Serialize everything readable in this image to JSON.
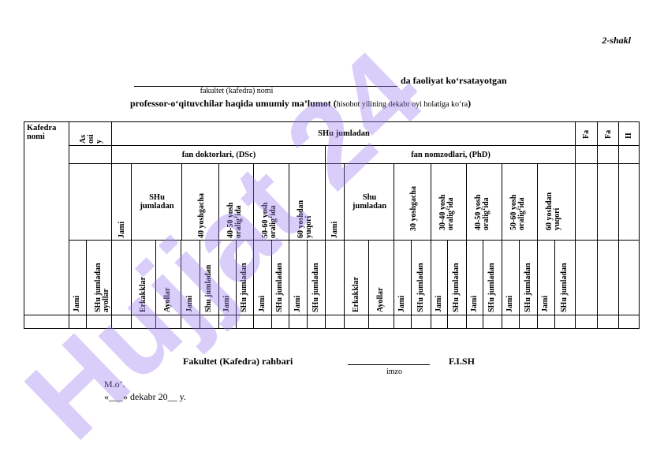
{
  "header": {
    "form_label": "2-shakl",
    "title_suffix": "da faoliyat ko‘rsatayotgan",
    "faculty_caption": "fakultet (kafedra) nomi",
    "subtitle_main": "professor-o‘qituvchilar haqida umumiy ma’lumot (",
    "subtitle_small": "hisobot yilining dekabr oyi holatiga ko‘ra",
    "subtitle_end": ")"
  },
  "table": {
    "col_kafedra": "Kafedra\nnomi",
    "col_asosiy": "As\nosi\ny",
    "shu_jumladan_header": "SHu jumladan",
    "col_fa1": "Fa",
    "col_fa2": "Fa",
    "col_ii": "II",
    "dsc_header": "fan doktorlari, (DSc)",
    "phd_header": "fan nomzodlari, (PhD)",
    "dsc_jami": "Jami",
    "dsc_shu": "SHu\njumladan",
    "dsc_40": "40 yoshgacha",
    "dsc_40_50": "40-50 yosh\noralig‘ida",
    "dsc_50_60": "50-60 yosh\noralig‘ida",
    "dsc_60": "60 yoshdan\nyuqori",
    "phd_jami": "Jami",
    "phd_shu": "Shu\njumladan",
    "phd_30": "30 yoshgacha",
    "phd_30_40": "30-40 yosh\noralig‘ida",
    "phd_40_50": "40-50 yosh\noralig‘ida",
    "phd_50_60": "50-60 yosh\noralig‘ida",
    "phd_60": "60 yoshdan\nyuqori",
    "r4_jami": "Jami",
    "r4_shu_ayollar": "SHu jumladan\nayollar",
    "erkakklar": "Erkakklar",
    "ayollar": "Ayollar",
    "jami": "Jami",
    "shu_jumladan_lower": "Shu jumladan",
    "shu_jumladan": "SHu jumladan"
  },
  "footer": {
    "head_label": "Fakultet (Kafedra) rahbari",
    "signature_caption": "imzo",
    "fio": "F.I.SH",
    "stamp": "M.o‘.",
    "date_line": "«___» dekabr 20__ y."
  },
  "watermark": {
    "text": "Hujjat 24",
    "color": "#9b7bf0"
  }
}
